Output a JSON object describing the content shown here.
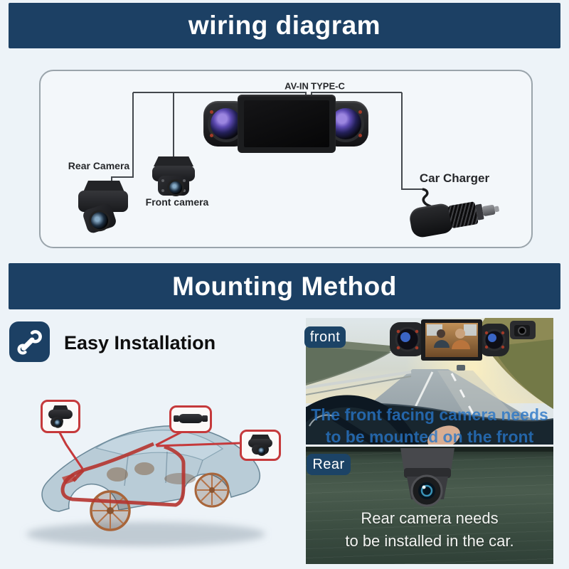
{
  "colors": {
    "banner_navy": "#1c4064",
    "callout_red": "#c5393b",
    "caption_blue": "#2876c7",
    "page_bg": "#edf3f8"
  },
  "sections": {
    "wiring": {
      "title": "wiring diagram",
      "labels": {
        "av_in": "AV-IN",
        "type_c": "TYPE-C",
        "rear_camera": "Rear Camera",
        "front_camera": "Front camera",
        "car_charger": "Car Charger"
      }
    },
    "mounting": {
      "title": "Mounting Method",
      "installation_heading": "Easy Installation",
      "install_icon": "wrench-icon",
      "front": {
        "badge": "front",
        "caption_line1": "The front facing camera needs",
        "caption_line2": "to be mounted on the front"
      },
      "rear": {
        "badge": "Rear",
        "caption_line1": "Rear camera needs",
        "caption_line2": "to be installed in the car."
      }
    }
  }
}
